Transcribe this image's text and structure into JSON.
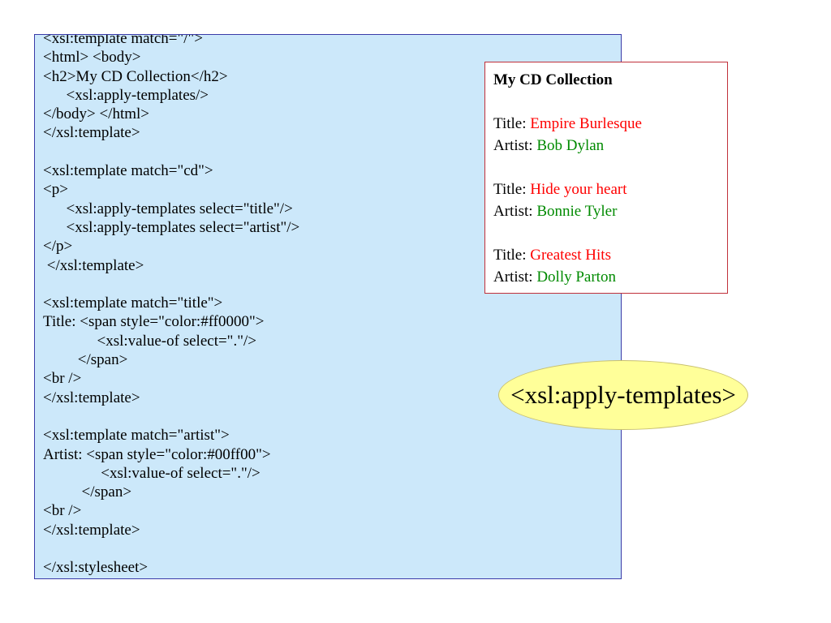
{
  "code": {
    "lines": [
      "<xsl:template match=\"/\">",
      "<html> <body>",
      "<h2>My CD Collection</h2>",
      "      <xsl:apply-templates/>",
      "</body> </html>",
      "</xsl:template>",
      "",
      "<xsl:template match=\"cd\">",
      "<p>",
      "      <xsl:apply-templates select=\"title\"/>",
      "      <xsl:apply-templates select=\"artist\"/>",
      "</p>",
      " </xsl:template>",
      "",
      "<xsl:template match=\"title\">",
      "Title: <span style=\"color:#ff0000\">",
      "              <xsl:value-of select=\".\"/>",
      "         </span>",
      "<br />",
      "</xsl:template>",
      "",
      "<xsl:template match=\"artist\">",
      "Artist: <span style=\"color:#00ff00\">",
      "               <xsl:value-of select=\".\"/>",
      "          </span>",
      "<br />",
      "</xsl:template>",
      "",
      "</xsl:stylesheet>"
    ]
  },
  "result": {
    "heading": "My CD Collection",
    "title_label": "Title: ",
    "artist_label": "Artist: ",
    "cds": [
      {
        "title": "Empire Burlesque",
        "artist": "Bob Dylan"
      },
      {
        "title": "Hide your heart",
        "artist": "Bonnie Tyler"
      },
      {
        "title": "Greatest Hits",
        "artist": "Dolly Parton"
      }
    ]
  },
  "callout": {
    "text": "<xsl:apply-templates>"
  },
  "colors": {
    "code_background": "#cce8fa",
    "code_border": "#3a3aa8",
    "result_border": "#c0303a",
    "title_value": "#ff0000",
    "artist_value": "#008a00",
    "callout_fill": "#ffff99"
  }
}
